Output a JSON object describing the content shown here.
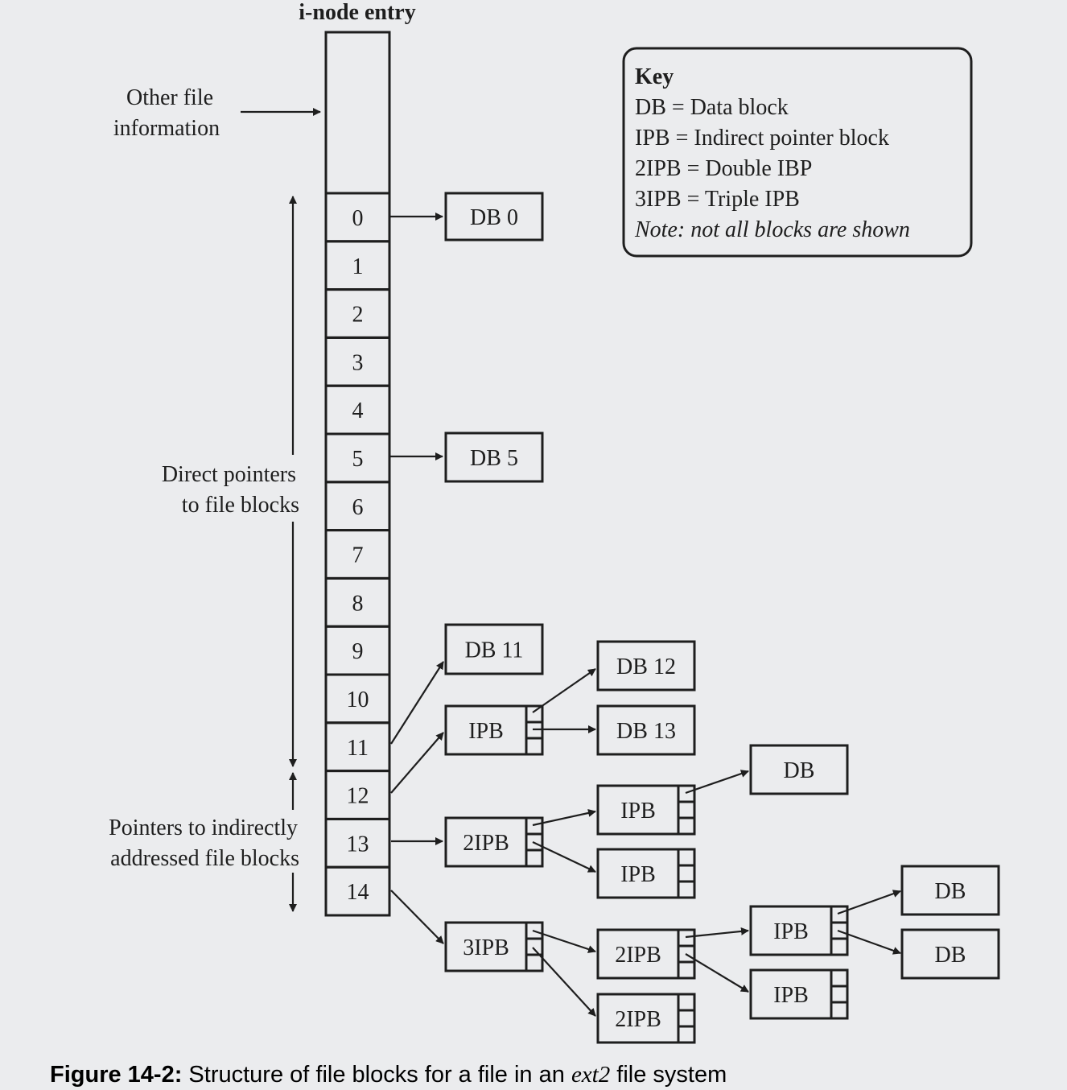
{
  "title": "i-node entry",
  "other_info": [
    "Other file",
    "information"
  ],
  "slots": [
    "0",
    "1",
    "2",
    "3",
    "4",
    "5",
    "6",
    "7",
    "8",
    "9",
    "10",
    "11",
    "12",
    "13",
    "14"
  ],
  "direct_label": [
    "Direct pointers",
    "to file blocks"
  ],
  "indirect_label": [
    "Pointers to indirectly",
    "addressed file blocks"
  ],
  "key": {
    "heading": "Key",
    "lines": [
      "DB = Data block",
      "IPB = Indirect pointer block",
      "2IPB = Double IBP",
      "3IPB = Triple IPB"
    ],
    "note": "Note: not all blocks are shown"
  },
  "blocks": {
    "db0": "DB 0",
    "db5": "DB 5",
    "db11": "DB 11",
    "ipb_main": "IPB",
    "db12": "DB 12",
    "db13": "DB 13",
    "ipb2_a": "2IPB",
    "ipb2_b": "IPB",
    "ipb2_c": "IPB",
    "ipb2_db": "DB",
    "ipb3_a": "3IPB",
    "ipb3_b": "2IPB",
    "ipb3_c": "2IPB",
    "ipb3_d": "IPB",
    "ipb3_e": "IPB",
    "ipb3_db1": "DB",
    "ipb3_db2": "DB"
  },
  "caption": {
    "label": "Figure 14-2:",
    "text_before": " Structure of file blocks for a file in an ",
    "emph": "ext2",
    "text_after": " file system"
  }
}
